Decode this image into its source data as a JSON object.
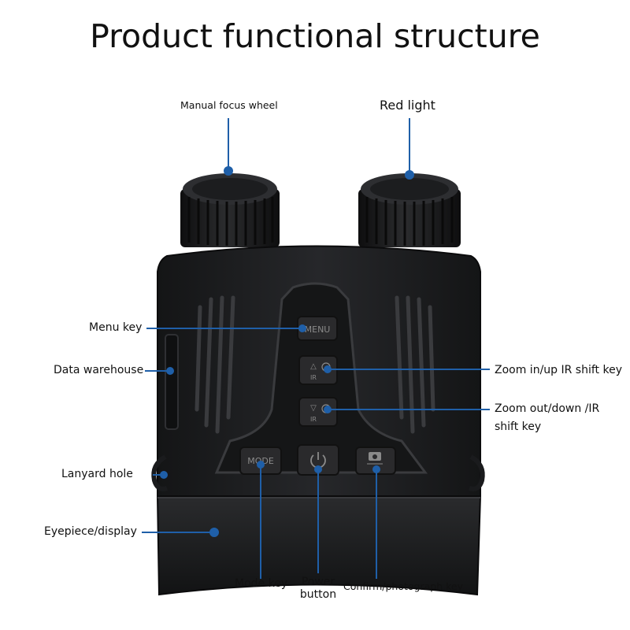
{
  "title": "Product functional structure",
  "labels": {
    "manual_focus_wheel": "Manual focus wheel",
    "red_light": "Red light",
    "menu_key": "Menu key",
    "data_warehouse": "Data warehouse",
    "zoom_in": "Zoom in/up IR shift key",
    "zoom_out_line1": "Zoom out/down /IR",
    "zoom_out_line2": "shift key",
    "lanyard_hole": "Lanyard hole",
    "eyepiece": "Eyepiece/display",
    "mode_key": "Mode key",
    "power_line1": "Power",
    "power_line2": "button",
    "confirm_key": "Confirm/photograph key"
  },
  "buttons": {
    "menu": "MENU",
    "mode": "MODE",
    "ir": "IR"
  },
  "colors": {
    "leader": "#1f5fa8",
    "body": "#1c1d1f",
    "body_edge": "#2c2d30",
    "button": "#2a2a2c",
    "button_text": "#8a8a8a"
  }
}
